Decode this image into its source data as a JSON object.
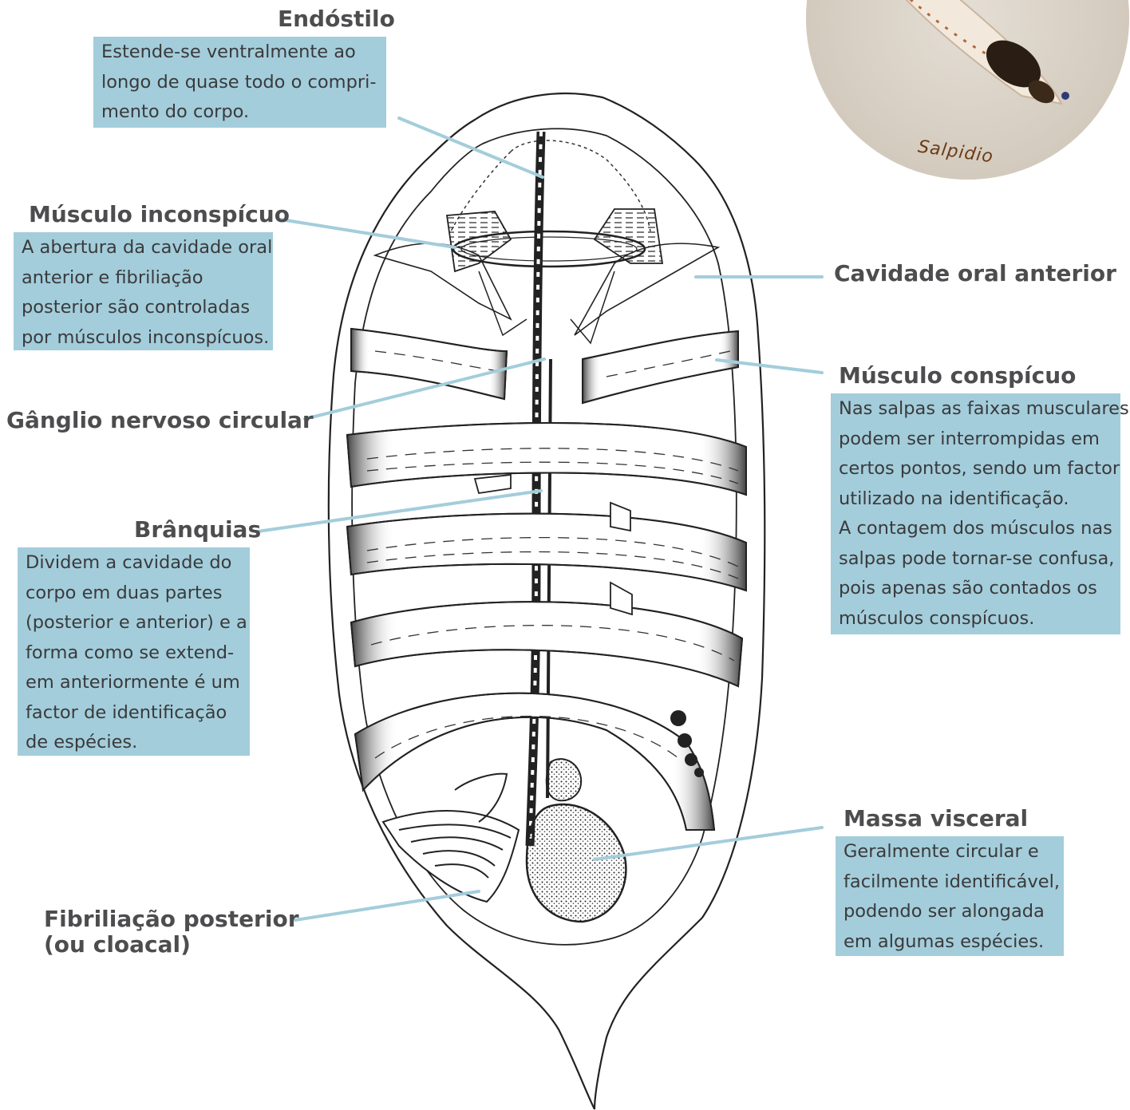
{
  "labels": {
    "endostilo": {
      "title": "Endóstilo",
      "lines": [
        "Estende-se  ventralmente ao",
        "longo de quase todo o compri-",
        "mento do corpo."
      ]
    },
    "musculo_inconspicuo": {
      "title": "Músculo inconspícuo",
      "lines": [
        "A abertura da cavidade oral",
        "anterior e fibriliação",
        "posterior são controladas",
        "por músculos inconspícuos."
      ]
    },
    "ganglio": {
      "title": "Gânglio nervoso circular"
    },
    "branquias": {
      "title": "Brânquias",
      "lines": [
        "Dividem a cavidade do",
        "corpo em duas partes",
        "(posterior e anterior) e a",
        "forma como se extend-",
        "em anteriormente é um",
        "factor de identificação",
        "de espécies."
      ]
    },
    "fibriliacao": {
      "title_line1": "Fibriliação posterior",
      "title_line2": "(ou cloacal)"
    },
    "cavidade_oral": {
      "title": "Cavidade oral anterior"
    },
    "musculo_conspicuo": {
      "title": "Músculo conspícuo",
      "lines": [
        "Nas salpas as faixas musculares",
        "podem ser interrompidas em",
        "certos pontos, sendo um factor",
        "utilizado na identificação.",
        "A contagem dos músculos nas",
        "salpas pode tornar-se confusa,",
        "pois apenas são contados os",
        "músculos conspícuos."
      ]
    },
    "massa_visceral": {
      "title": "Massa visceral",
      "lines": [
        "Geralmente circular e",
        "facilmente identificável,",
        "podendo ser alongada",
        "em algumas espécies."
      ]
    }
  },
  "photo": {
    "caption": "Salpidio"
  },
  "colors": {
    "box_fill": "#a3cddb",
    "leader_line": "#a3cddb",
    "title_text": "#4d4d4f",
    "body_text": "#3a3a3c",
    "caption_text": "#6b3a16"
  }
}
